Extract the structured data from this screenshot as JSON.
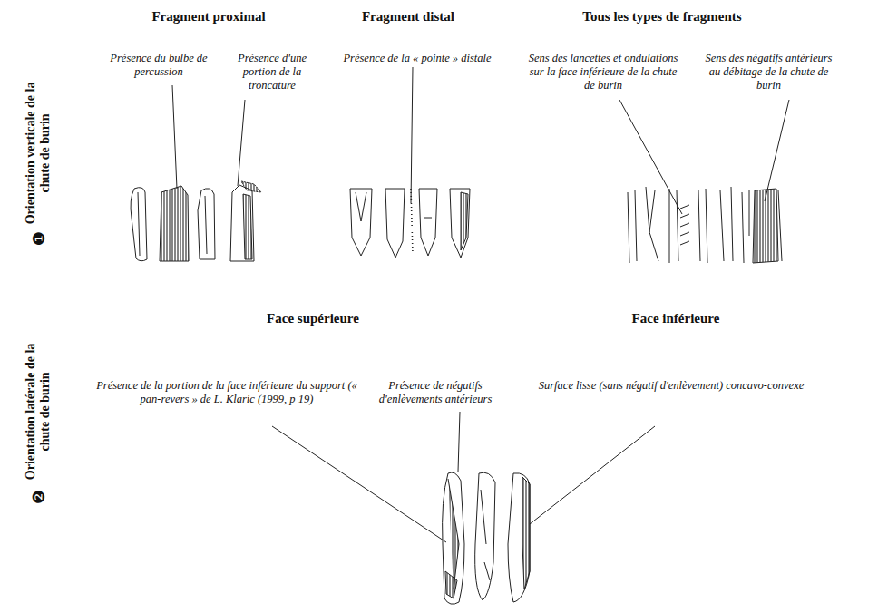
{
  "diagram": {
    "labels": [
      "Fragment proximal",
      "Fragment distal",
      "Tous les types de fragments",
      "Présence du bulbe de percussion",
      "Présence d'une portion de la troncature",
      "Présence de la « pointe » distale",
      "Sens des lancettes et ondulations sur la face inférieure de la chute de burin",
      "Sens des négatifs antérieurs au débitage de la chute de burin",
      "❶",
      "Orientation verticale de la chute de burin",
      "Face supérieure",
      "Face inférieure",
      "Présence de la portion de la face inférieure du support (« pan-revers » de L. Klaric (1999, p 19)",
      "Présence de négatifs d'enlèvements antérieurs",
      "Surface lisse (sans négatif d'enlèvement) concavo-convexe",
      "❷",
      "Orientation latérale de la chute de burin"
    ]
  }
}
